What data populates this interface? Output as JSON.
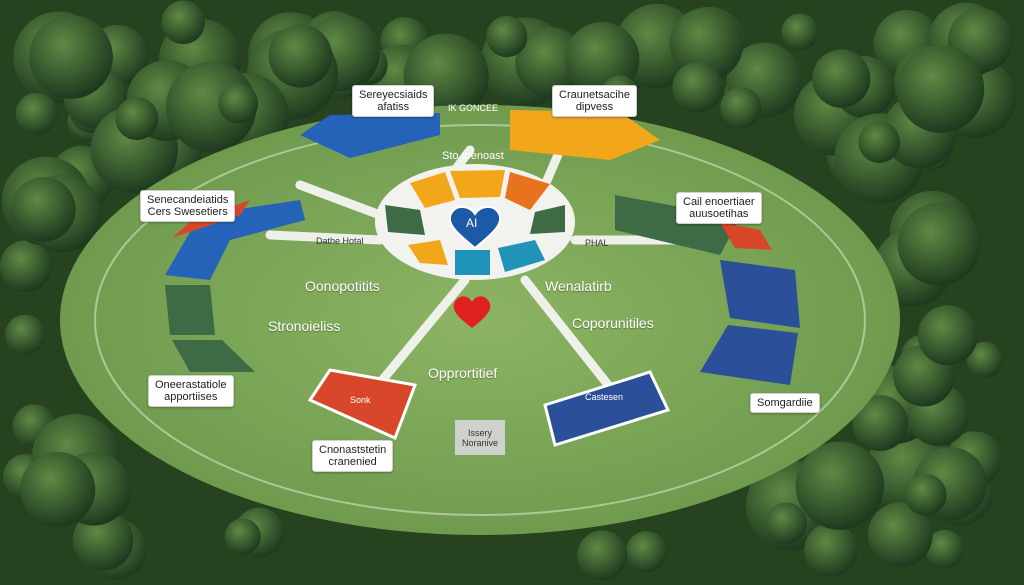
{
  "callouts": {
    "top_left": [
      "Sereyecsiaids",
      "afatiss"
    ],
    "top_right": [
      "Craunetsacihe",
      "dipvess"
    ],
    "left": [
      "Senecandeiatids",
      "Cers Swesetiers"
    ],
    "right": [
      "Cail enoertiaer",
      "auusoetihas"
    ],
    "bottom_left": [
      "Oneerastatiole",
      "apportiises"
    ],
    "bottom_center": [
      "Cnonaststetin",
      "cranenied"
    ],
    "bottom_right": [
      "Somgardiie"
    ],
    "bottom_sign": [
      "Issery",
      "Noranive"
    ]
  },
  "labels": {
    "strengths": "Stronoieliss",
    "opportunities_left": "Oonopotitits",
    "weaknesses": "Wenalatirb",
    "opportunities_right": "Coporunitiles",
    "opportunities_center": "Opprortitief",
    "top_small": "Sto toenoast",
    "path_left": "Dathe Hotal",
    "path_right": "PHAL",
    "top_sign": "IK GONCEE",
    "center_heart": "AI",
    "red_panel": "Sonk",
    "blue_panel": "Castesen"
  },
  "colors": {
    "forest": "#2f4a2a",
    "lawn": "#7fa85a",
    "blue": "#2f5ea8",
    "orange": "#f2a71b",
    "red": "#d9472b",
    "green_panel": "#3e6b45",
    "teal": "#1f94b8",
    "heart_red": "#e0221e"
  }
}
